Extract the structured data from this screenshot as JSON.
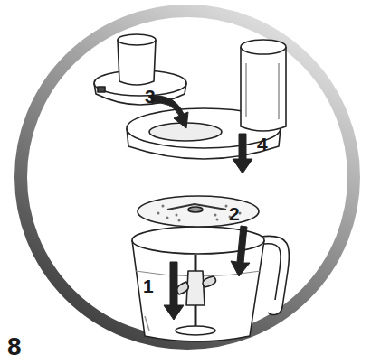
{
  "diagram": {
    "labels": [
      "3",
      "4",
      "2",
      "1",
      "8"
    ]
  }
}
